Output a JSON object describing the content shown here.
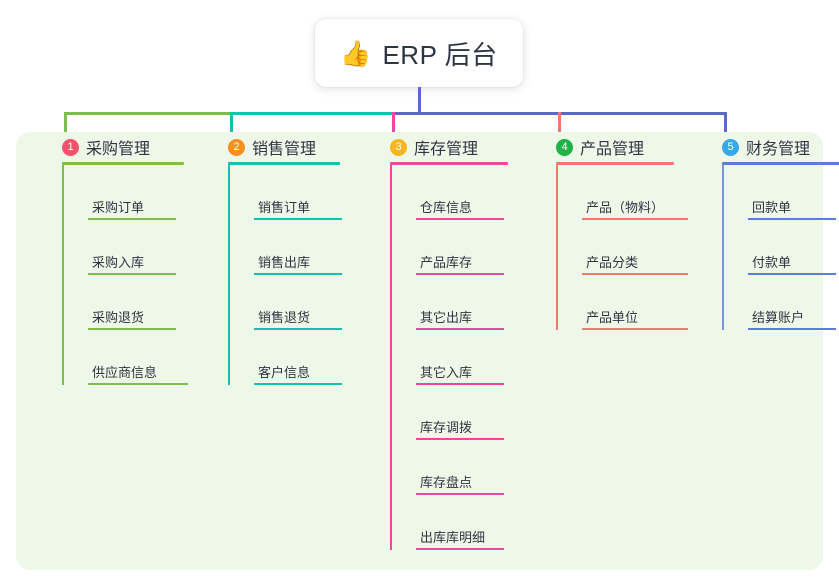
{
  "root": {
    "icon": "thumbs-up-emoji",
    "emoji": "👍",
    "label": "ERP 后台"
  },
  "theme": {
    "board_bg": "#eef8e9",
    "text": "#2f3542",
    "trunk": "#5b68c8"
  },
  "branches": [
    {
      "number": "1",
      "title": "采购管理",
      "badge_color": "#f2536a",
      "rule_color": "#7ebe4d",
      "spine_color": "#7ebe4d",
      "drop_color": "#7ebe4d",
      "items": [
        {
          "label": "采购订单"
        },
        {
          "label": "采购入库"
        },
        {
          "label": "采购退货"
        },
        {
          "label": "供应商信息"
        }
      ]
    },
    {
      "number": "2",
      "title": "销售管理",
      "badge_color": "#f79020",
      "rule_color": "#16bfae",
      "spine_color": "#16bfae",
      "drop_color": "#16bfae",
      "items": [
        {
          "label": "销售订单"
        },
        {
          "label": "销售出库"
        },
        {
          "label": "销售退货"
        },
        {
          "label": "客户信息"
        }
      ]
    },
    {
      "number": "3",
      "title": "库存管理",
      "badge_color": "#f7b620",
      "rule_color": "#e84aa0",
      "spine_color": "#e84aa0",
      "drop_color": "#e84aa0",
      "items": [
        {
          "label": "仓库信息"
        },
        {
          "label": "产品库存"
        },
        {
          "label": "其它出库"
        },
        {
          "label": "其它入库"
        },
        {
          "label": "库存调拨"
        },
        {
          "label": "库存盘点"
        },
        {
          "label": "出库库明细"
        }
      ]
    },
    {
      "number": "4",
      "title": "产品管理",
      "badge_color": "#21b34a",
      "rule_color": "#f4766e",
      "spine_color": "#f4766e",
      "drop_color": "#f4766e",
      "items": [
        {
          "label": "产品（物料）"
        },
        {
          "label": "产品分类"
        },
        {
          "label": "产品单位"
        }
      ]
    },
    {
      "number": "5",
      "title": "财务管理",
      "badge_color": "#37a8e8",
      "rule_color": "#5b7fd4",
      "spine_color": "#7b95dc",
      "drop_color": "#5b68c8",
      "items": [
        {
          "label": "回款单"
        },
        {
          "label": "付款单"
        },
        {
          "label": "结算账户"
        }
      ]
    }
  ]
}
